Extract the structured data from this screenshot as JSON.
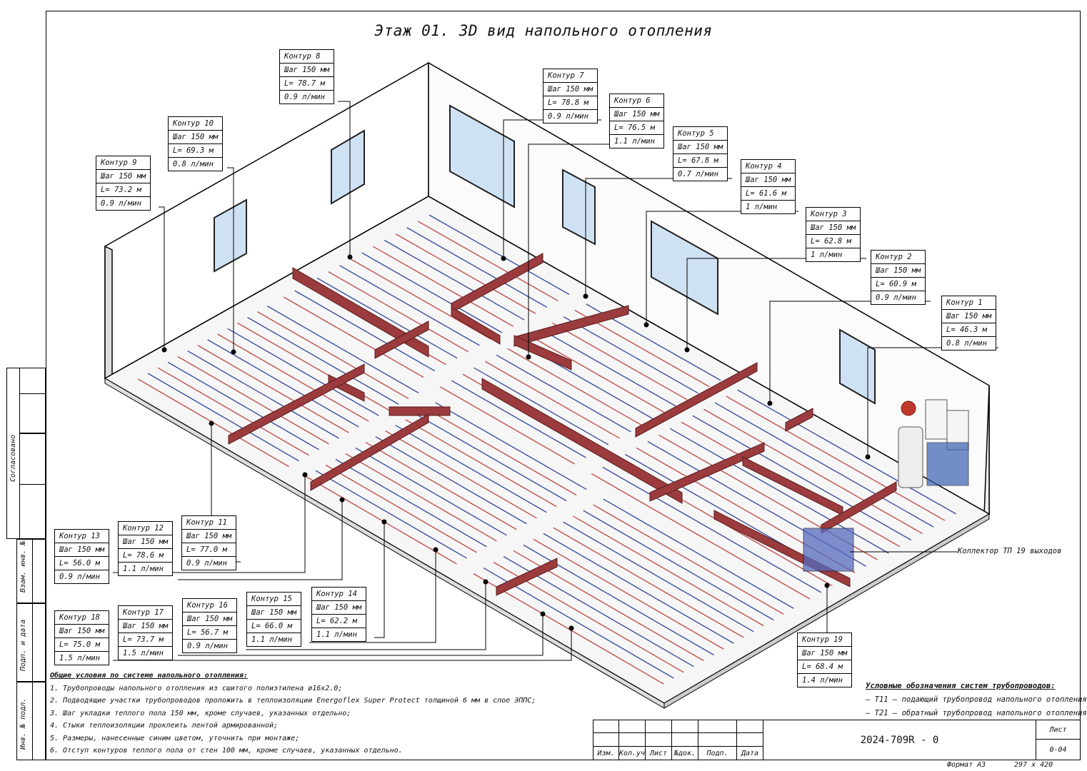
{
  "title": "Этаж 01. 3D вид напольного отопления",
  "contours": [
    {
      "name": "Контур 1",
      "step": "Шаг 150 мм",
      "length": "L= 46.3 м",
      "flow": "0.8 л/мин"
    },
    {
      "name": "Контур 2",
      "step": "Шаг 150 мм",
      "length": "L= 60.9 м",
      "flow": "0.9 л/мин"
    },
    {
      "name": "Контур 3",
      "step": "Шаг 150 мм",
      "length": "L= 62.8 м",
      "flow": "1 л/мин"
    },
    {
      "name": "Контур 4",
      "step": "Шаг 150 мм",
      "length": "L= 61.6 м",
      "flow": "1 л/мин"
    },
    {
      "name": "Контур 5",
      "step": "Шаг 150 мм",
      "length": "L= 67.8 м",
      "flow": "0.7 л/мин"
    },
    {
      "name": "Контур 6",
      "step": "Шаг 150 мм",
      "length": "L= 76.5 м",
      "flow": "1.1 л/мин"
    },
    {
      "name": "Контур 7",
      "step": "Шаг 150 мм",
      "length": "L= 78.8 м",
      "flow": "0.9 л/мин"
    },
    {
      "name": "Контур 8",
      "step": "Шаг 150 мм",
      "length": "L= 78.7 м",
      "flow": "0.9 л/мин"
    },
    {
      "name": "Контур 9",
      "step": "Шаг 150 мм",
      "length": "L= 73.2 м",
      "flow": "0.9 л/мин"
    },
    {
      "name": "Контур 10",
      "step": "Шаг 150 мм",
      "length": "L= 69.3 м",
      "flow": "0.8 л/мин"
    },
    {
      "name": "Контур 11",
      "step": "Шаг 150 мм",
      "length": "L= 77.0 м",
      "flow": "0.9 л/мин"
    },
    {
      "name": "Контур 12",
      "step": "Шаг 150 мм",
      "length": "L= 78.6 м",
      "flow": "1.1 л/мин"
    },
    {
      "name": "Контур 13",
      "step": "Шаг 150 мм",
      "length": "L= 56.0 м",
      "flow": "0.9 л/мин"
    },
    {
      "name": "Контур 14",
      "step": "Шаг 150 мм",
      "length": "L= 62.2 м",
      "flow": "1.1 л/мин"
    },
    {
      "name": "Контур 15",
      "step": "Шаг 150 мм",
      "length": "L= 66.0 м",
      "flow": "1.1 л/мин"
    },
    {
      "name": "Контур 16",
      "step": "Шаг 150 мм",
      "length": "L= 56.7 м",
      "flow": "0.9 л/мин"
    },
    {
      "name": "Контур 17",
      "step": "Шаг 150 мм",
      "length": "L= 73.7 м",
      "flow": "1.5 л/мин"
    },
    {
      "name": "Контур 18",
      "step": "Шаг 150 мм",
      "length": "L= 75.0 м",
      "flow": "1.5 л/мин"
    },
    {
      "name": "Контур 19",
      "step": "Шаг 150 мм",
      "length": "L= 68.4 м",
      "flow": "1.4 л/мин"
    }
  ],
  "collector_label": "Коллектор ТП 19 выходов",
  "notes": {
    "title": "Общие условия по системе напольного отопления:",
    "items": [
      "1. Трубопроводы напольного отопления из сшитого полиэтилена ø16x2.0;",
      "2. Подводящие участки трубопроводов проложить в теплоизоляции Energoflex Super Protect толщиной 6 мм в слое ЭППС;",
      "3. Шаг укладки теплого пола 150 мм, кроме случаев, указанных отдельно;",
      "4. Стыки теплоизоляции проклеить лентой армированной;",
      "5. Размеры, нанесенные синим цветом, уточнить при монтаже;",
      "6. Отступ контуров теплого пола от стен 100 мм, кроме случаев, указанных отдельно."
    ]
  },
  "legend": {
    "title": "Условные обозначения систем трубопроводов:",
    "items": [
      "– T11 – подающий трубопровод напольного отопления",
      "– T21 – обратный трубопровод напольного отопления"
    ]
  },
  "stamp": {
    "code": "2024-709R - 0",
    "sheet_label": "Лист",
    "sheet_value": "0-04",
    "cols": [
      "Изм.",
      "Кол.уч",
      "Лист",
      "№док.",
      "Подп.",
      "Дата"
    ]
  },
  "sidebar": {
    "agreed": "Согласовано",
    "inv_replace": "Взам. инв. №",
    "sign_date": "Подп. и дата",
    "inv_orig": "Инв. № подл."
  },
  "format": "Формат А3",
  "format_size": "297 x 420",
  "colors": {
    "supply": "#c0504d",
    "return": "#3c4fa0",
    "insulation": "#9b3b3d",
    "wall": "#ffffff",
    "floor": "#f7f7f7"
  }
}
